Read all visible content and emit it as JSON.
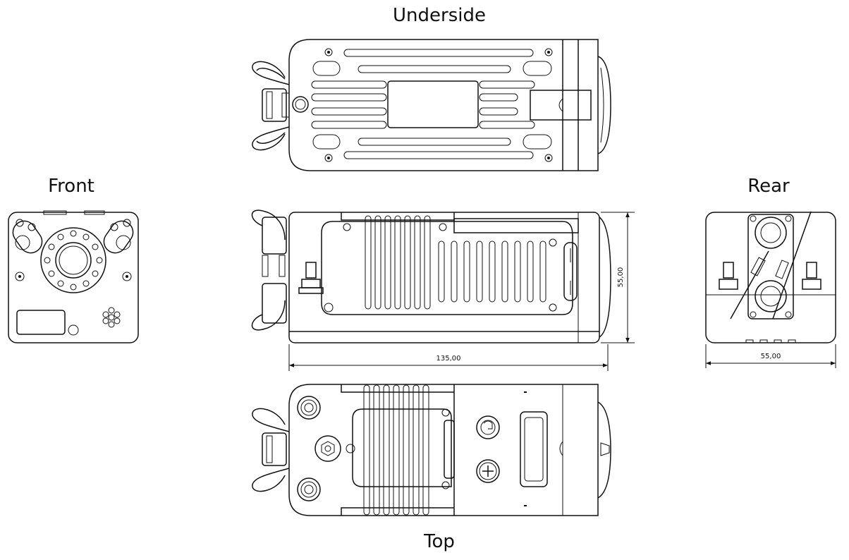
{
  "labels": {
    "underside": "Underside",
    "front": "Front",
    "rear": "Rear",
    "top": "Top"
  },
  "dimensions": {
    "height_side": "55,00",
    "length_side": "135,00",
    "width_rear": "55,00"
  },
  "colors": {
    "line": "#111111",
    "background": "#ffffff"
  }
}
